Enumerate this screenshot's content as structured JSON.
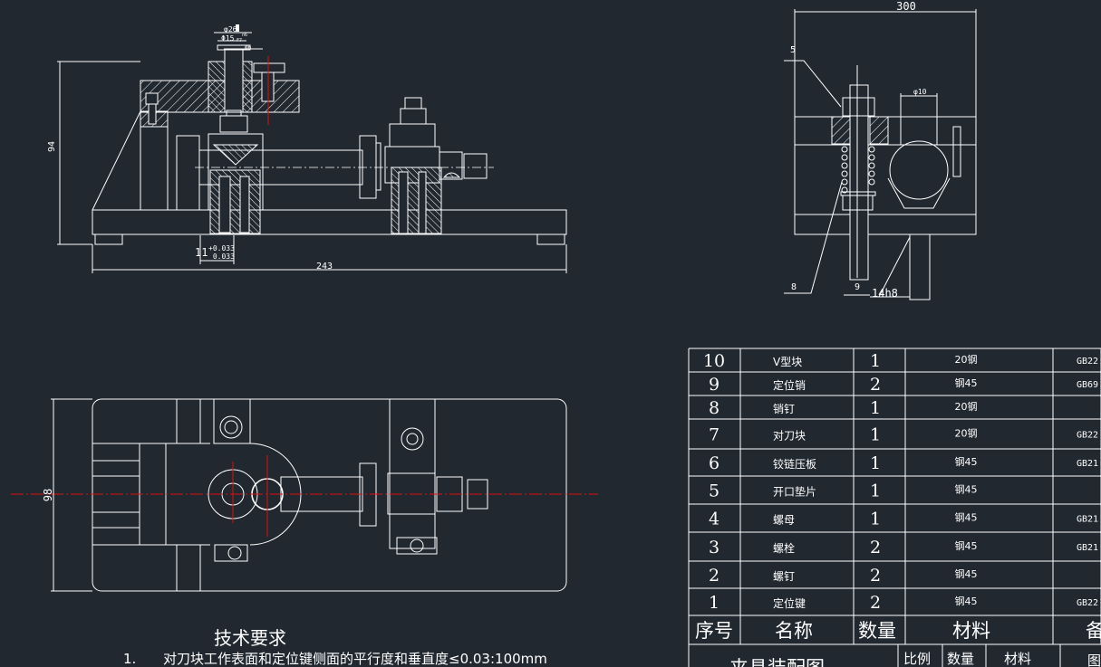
{
  "drawing": {
    "background": "#212830",
    "line_color": "#ffffff",
    "centerline_color": "#e01010"
  },
  "front_view": {
    "dims": {
      "height": "94",
      "length": "243",
      "key_width": "11",
      "key_tol_upper": "+0.033",
      "key_tol_lower": "_0.033",
      "bushing_outer": "φ26",
      "bushing_outer_fit": "n6",
      "bushing_bore": "Φ15",
      "bushing_bore_fit": "F7",
      "bushing_inner": "φ6"
    }
  },
  "side_view": {
    "dims": {
      "width": "300",
      "pin_dia": "φ10",
      "key_fit": "14h8"
    },
    "callouts": [
      "5",
      "8",
      "9"
    ]
  },
  "top_view": {
    "dims": {
      "width": "98"
    }
  },
  "technical_requirements": {
    "title": "技术要求",
    "items": [
      {
        "index": "1.",
        "text": "对刀块工作表面和定位键侧面的平行度和垂直度≤0.03:100mm"
      }
    ]
  },
  "bom": {
    "rows": [
      {
        "no": "10",
        "name": "V型块",
        "qty": "1",
        "material": "20钢",
        "note": "GB22"
      },
      {
        "no": "9",
        "name": "定位销",
        "qty": "2",
        "material": "钢45",
        "note": "GB69"
      },
      {
        "no": "8",
        "name": "销钉",
        "qty": "1",
        "material": "20钢",
        "note": ""
      },
      {
        "no": "7",
        "name": "对刀块",
        "qty": "1",
        "material": "20钢",
        "note": "GB22"
      },
      {
        "no": "6",
        "name": "铰链压板",
        "qty": "1",
        "material": "钢45",
        "note": "GB21"
      },
      {
        "no": "5",
        "name": "开口垫片",
        "qty": "1",
        "material": "钢45",
        "note": ""
      },
      {
        "no": "4",
        "name": "螺母",
        "qty": "1",
        "material": "钢45",
        "note": "GB21"
      },
      {
        "no": "3",
        "name": "螺栓",
        "qty": "2",
        "material": "钢45",
        "note": "GB21"
      },
      {
        "no": "2",
        "name": "螺钉",
        "qty": "2",
        "material": "钢45",
        "note": ""
      },
      {
        "no": "1",
        "name": "定位键",
        "qty": "2",
        "material": "钢45",
        "note": "GB22"
      }
    ],
    "header": {
      "no": "序号",
      "name": "名称",
      "qty": "数量",
      "material": "材料",
      "note": "备"
    }
  },
  "title_block": {
    "drawing_name": "夹具装配图",
    "scale_label": "比例",
    "qty_label": "数量",
    "material_label": "材料",
    "drawing_no_label": "图"
  }
}
